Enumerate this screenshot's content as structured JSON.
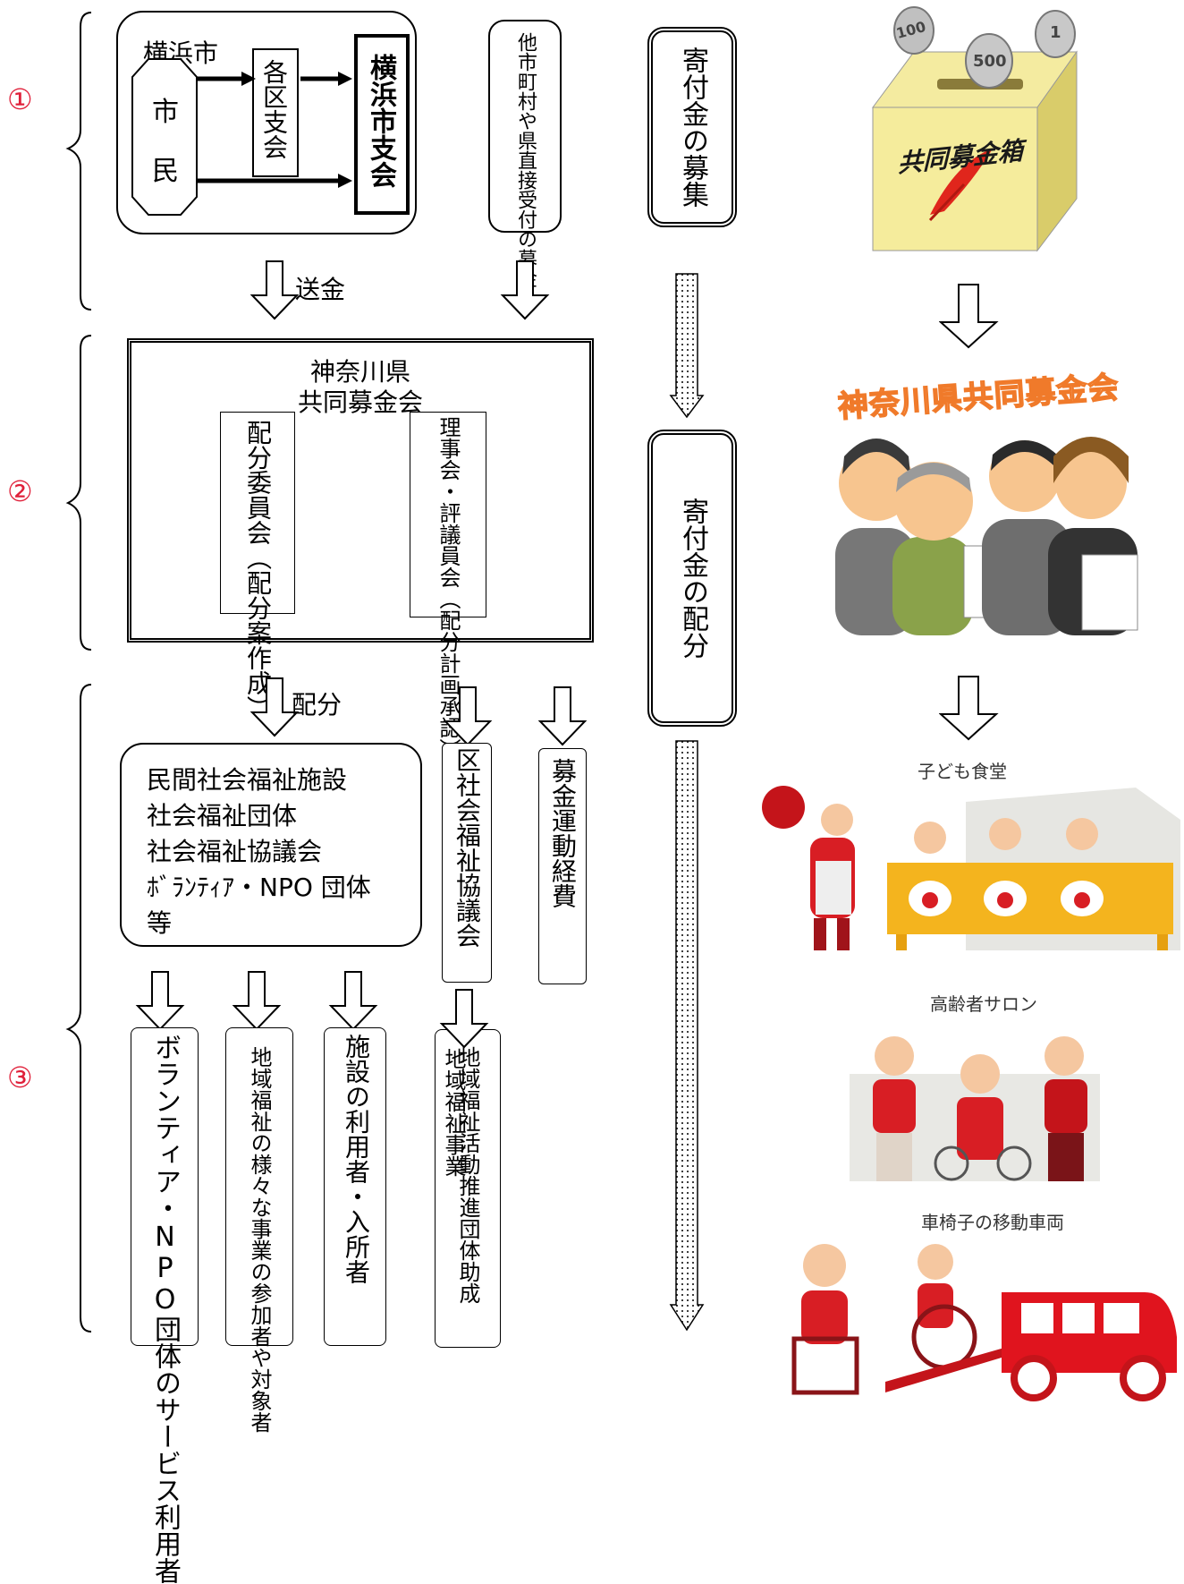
{
  "section_numbers": [
    "①",
    "②",
    "③"
  ],
  "stage1": {
    "yokohama_label": "横浜市",
    "citizen_top": "市",
    "citizen_bottom": "民",
    "ward_branch": "各区支会",
    "yokohama_branch": "横浜市支会",
    "other_municipalities": "他市町村や県直接受付の募金",
    "send_label": "送金"
  },
  "stage2": {
    "org_line1": "神奈川県",
    "org_line2": "共同募金会",
    "allocation_committee": "配分委員会（配分案作成）",
    "board": "理事会・評議員会（配分計画承認）",
    "distribute_label": "配分"
  },
  "stage3": {
    "recipients": [
      "民間社会福祉施設",
      "社会福祉団体",
      "社会福祉協議会",
      "ﾎﾞﾗﾝﾃｨｱ・NPO 団体",
      "等"
    ],
    "ward_council": "区社会福祉協議会",
    "campaign_costs": "募金運動経費",
    "outcomes": [
      "ボランティア・NPO団体のサービス利用者",
      "地域福祉の様々な事業の参加者や対象者",
      "施設の利用者・入所者",
      "地域福祉活動推進団体助成",
      "地域福祉事業"
    ]
  },
  "side_phases": {
    "collection": "寄付金の募集",
    "distribution": "寄付金の配分"
  },
  "illustrations": {
    "coin_100": "100",
    "coin_500": "500",
    "coin_1": "1",
    "box_label": "共同募金箱",
    "org_banner": "神奈川県共同募金会",
    "caption_kids": "子ども食堂",
    "caption_elderly": "高齢者サロン",
    "caption_vehicle": "車椅子の移動車両"
  }
}
